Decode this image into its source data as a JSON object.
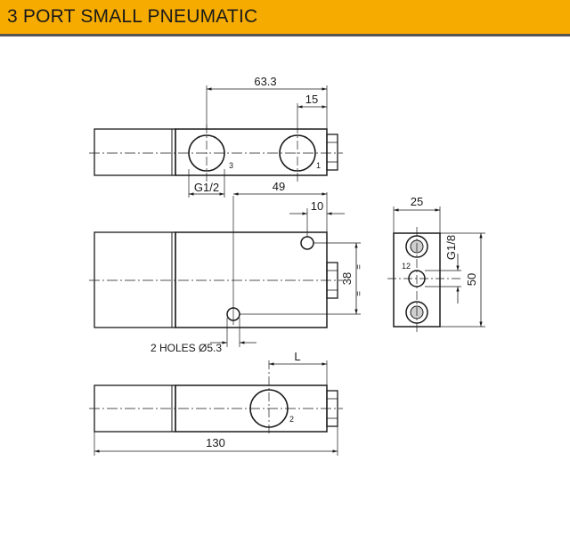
{
  "header": {
    "title": "3 PORT SMALL PNEUMATIC",
    "background": "#f6ab00"
  },
  "drawing": {
    "top_view": {
      "dim_overall_ports": "63.3",
      "dim_port1_offset": "15",
      "dim_port_thread": "G1/2",
      "port_a": "3",
      "port_b": "1"
    },
    "side_view": {
      "dim_hole_offset": "49",
      "dim_hole_spacing": "10",
      "dim_height": "38",
      "holes_note": "2 HOLES Ø5.3",
      "equal_mark": "="
    },
    "end_view": {
      "dim_width": "25",
      "dim_pilot_thread": "G1/8",
      "dim_height": "50",
      "pilot_port": "12"
    },
    "bottom_view": {
      "dim_port_offset": "L",
      "dim_length": "130",
      "port_c": "2"
    }
  }
}
